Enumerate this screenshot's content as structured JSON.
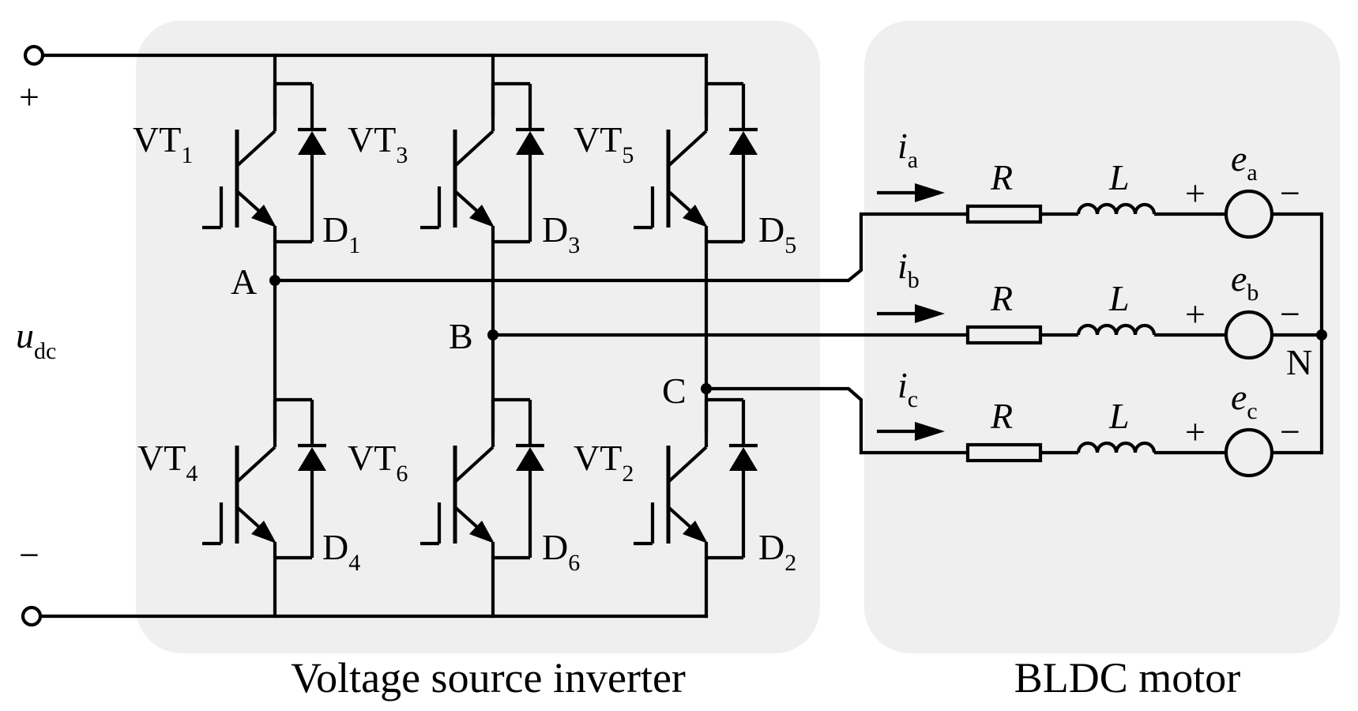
{
  "groups": {
    "inverter": "Voltage source inverter",
    "motor": "BLDC motor"
  },
  "source": {
    "plus": "+",
    "minus": "−",
    "voltage_main": "u",
    "voltage_sub": "dc"
  },
  "nodes": {
    "a": "A",
    "b": "B",
    "c": "C",
    "n": "N"
  },
  "switches": [
    {
      "main": "VT",
      "sub": "1",
      "diode_main": "D",
      "diode_sub": "1"
    },
    {
      "main": "VT",
      "sub": "3",
      "diode_main": "D",
      "diode_sub": "3"
    },
    {
      "main": "VT",
      "sub": "5",
      "diode_main": "D",
      "diode_sub": "5"
    },
    {
      "main": "VT",
      "sub": "4",
      "diode_main": "D",
      "diode_sub": "4"
    },
    {
      "main": "VT",
      "sub": "6",
      "diode_main": "D",
      "diode_sub": "6"
    },
    {
      "main": "VT",
      "sub": "2",
      "diode_main": "D",
      "diode_sub": "2"
    }
  ],
  "phases": [
    {
      "current_main": "i",
      "current_sub": "a",
      "resistor": "R",
      "inductor": "L",
      "emf_main": "e",
      "emf_sub": "a",
      "plus": "+",
      "minus": "−"
    },
    {
      "current_main": "i",
      "current_sub": "b",
      "resistor": "R",
      "inductor": "L",
      "emf_main": "e",
      "emf_sub": "b",
      "plus": "+",
      "minus": "−"
    },
    {
      "current_main": "i",
      "current_sub": "c",
      "resistor": "R",
      "inductor": "L",
      "emf_main": "e",
      "emf_sub": "c",
      "plus": "+",
      "minus": "−"
    }
  ]
}
